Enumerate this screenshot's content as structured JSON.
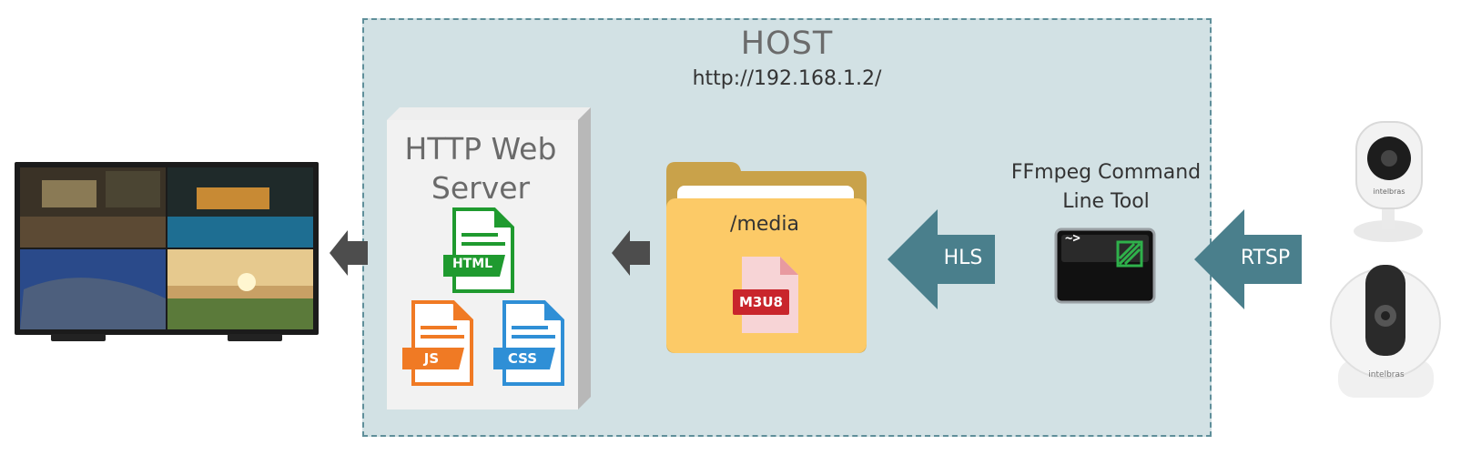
{
  "host": {
    "title": "HOST",
    "url": "http://192.168.1.2/"
  },
  "web_server": {
    "label_line1": "HTTP Web",
    "label_line2": "Server",
    "files": [
      "HTML",
      "JS",
      "CSS"
    ]
  },
  "media_folder": {
    "label": "/media",
    "file": "M3U8"
  },
  "ffmpeg": {
    "label_line1": "FFmpeg Command",
    "label_line2": "Line Tool",
    "terminal_prompt": "~>"
  },
  "arrows": {
    "hls": "HLS",
    "rtsp": "RTSP"
  },
  "camera": {
    "brand": "intelbras"
  },
  "colors": {
    "host_bg": "#d2e1e4",
    "arrow_teal": "#4a7f8c",
    "small_arrow": "#4d4d4d",
    "folder": "#fcca67",
    "html_green": "#1f9a2f",
    "js_orange": "#f07a24",
    "css_blue": "#2f8fd6",
    "m3u8_red": "#c9252c"
  }
}
